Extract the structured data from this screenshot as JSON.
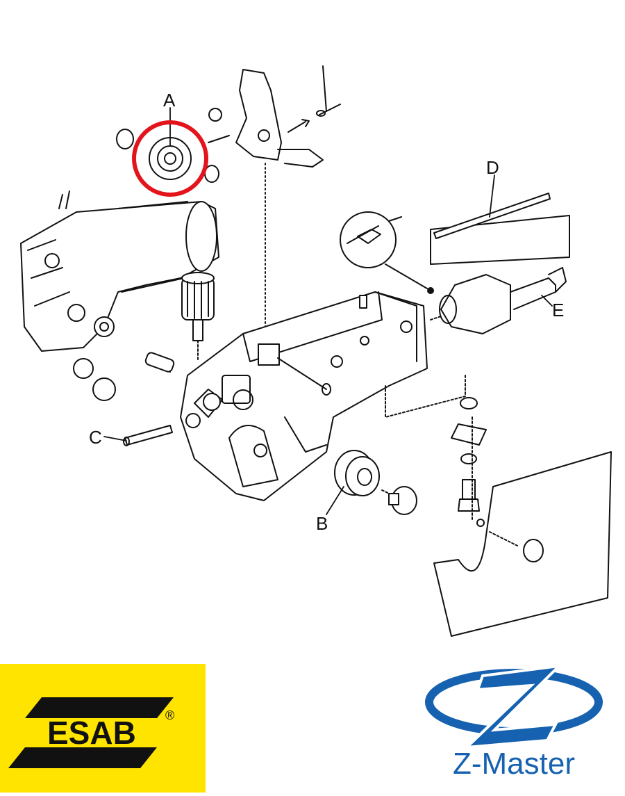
{
  "diagram": {
    "callouts": {
      "A": "A",
      "B": "B",
      "C": "C",
      "D": "D",
      "E": "E"
    },
    "highlight_color": "#e3141b",
    "line_color": "#111111"
  },
  "logos": {
    "esab": {
      "text": "ESAB",
      "registered": "®",
      "background": "#ffe400"
    },
    "zmaster": {
      "text": "Z-Master",
      "color": "#1662b0"
    }
  }
}
